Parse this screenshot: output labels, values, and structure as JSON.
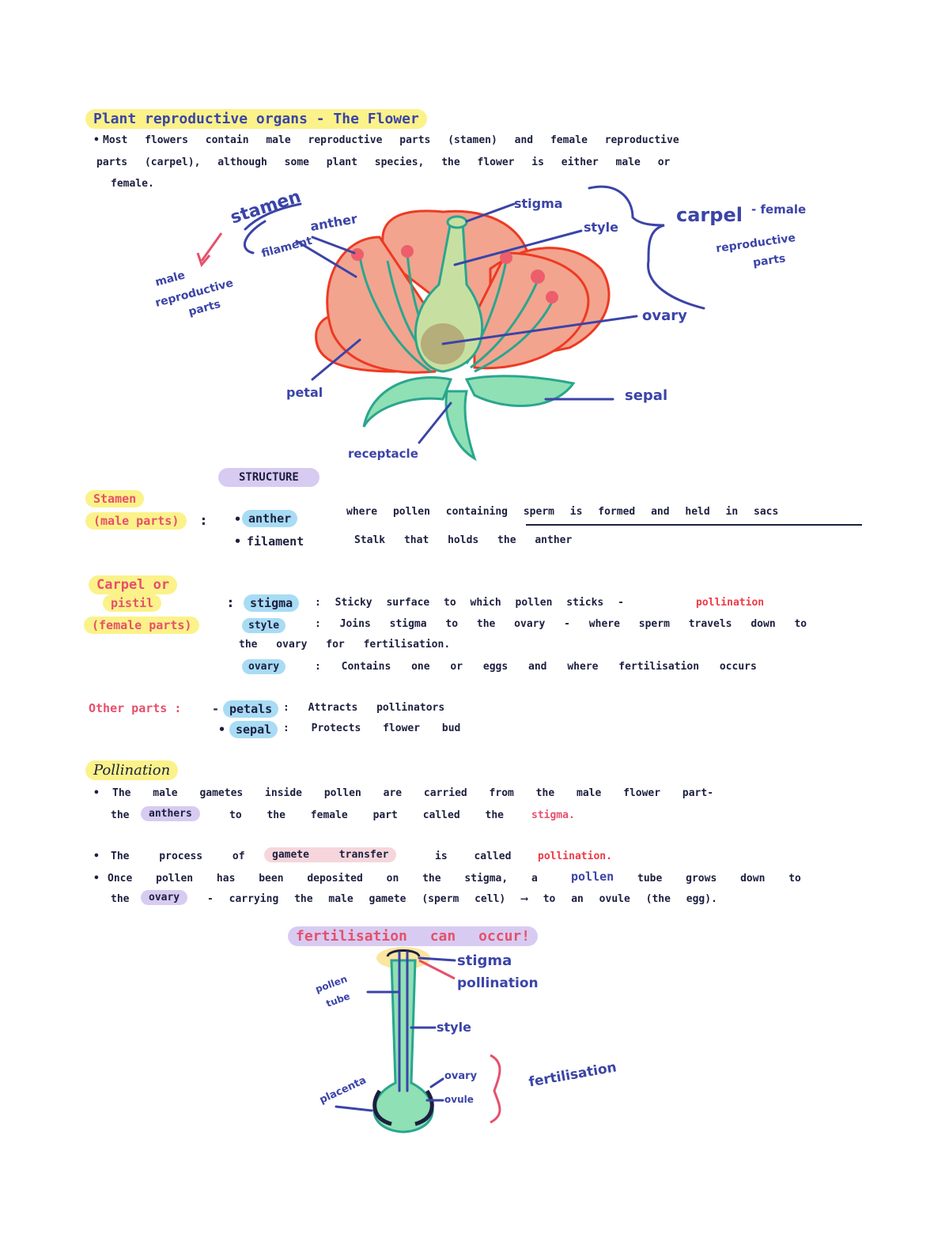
{
  "header": {
    "title": "Plant reproductive organs - The Flower",
    "intro_line1_bullet": "•",
    "intro_line1": "Most flowers contain male reproductive parts (stamen) and female reproductive",
    "intro_line2": "parts (carpel), although some plant species, the flower is either male or",
    "intro_line3": "female."
  },
  "diagram1": {
    "stamen": "stamen",
    "anther": "anther",
    "filament": "filament",
    "male_parts": [
      "male",
      "reproductive",
      "parts"
    ],
    "stigma": "stigma",
    "style": "style",
    "carpel": "carpel",
    "carpel_dash": "- female",
    "female_parts": [
      "reproductive",
      "parts"
    ],
    "ovary": "ovary",
    "petal": "petal",
    "sepal": "sepal",
    "receptacle": "receptacle"
  },
  "structure": {
    "heading": "STRUCTURE",
    "stamen": {
      "title": "Stamen",
      "subtitle": "(male parts)",
      "colon": ":",
      "items": [
        {
          "bullet": "•",
          "term": "anther",
          "desc": "where pollen containing sperm is formed and held in sacs"
        },
        {
          "bullet": "•",
          "term": "filament",
          "desc": "Stalk that holds the anther"
        }
      ]
    },
    "carpel": {
      "title": "Carpel or",
      "title2": "pistil",
      "subtitle": "(female parts)",
      "colon": ":",
      "stigma_term": "stigma",
      "stigma_desc": ": Sticky surface to which pollen sticks -",
      "stigma_highlight": "pollination",
      "style_term": "style",
      "style_desc": ": Joins stigma to the ovary - where sperm travels down to",
      "style_desc2": "the ovary for fertilisation.",
      "ovary_term": "ovary",
      "ovary_desc": ": Contains one or eggs and where fertilisation occurs"
    },
    "other": {
      "title": "Other parts :",
      "items": [
        {
          "bullet": "-",
          "term": "petals",
          "desc": ": Attracts pollinators"
        },
        {
          "bullet": "•",
          "term": "sepal",
          "desc": ": Protects flower bud"
        }
      ]
    }
  },
  "pollination": {
    "title": "Pollination",
    "p1_line1": "The male gametes inside pollen are carried from the male flower part-",
    "p1_line2_a": "the",
    "p1_line2_term": "anthers",
    "p1_line2_b": "to the female part called the",
    "p1_line2_end": "stigma.",
    "p2_a": "The process of",
    "p2_term": "gamete transfer",
    "p2_b": "is called",
    "p2_end": "pollination.",
    "p3_a": "Once pollen has been deposited on the stigma, a",
    "p3_pollen": "pollen",
    "p3_b": "tube grows down to",
    "p3_line2_a": "the",
    "p3_line2_term": "ovary",
    "p3_line2_b": "- carrying the male gamete (sperm cell) ⟶ to an ovule (the egg)."
  },
  "diagram2": {
    "heading": "fertilisation can occur!",
    "stigma": "stigma",
    "pollination": "pollination",
    "pollen_tube": [
      "pollen",
      "tube"
    ],
    "style": "style",
    "ovary": "ovary",
    "ovule": "ovule",
    "placenta": "placenta",
    "fertilisation": "fertilisation"
  },
  "colors": {
    "ink": "#1c1f3f",
    "blue_ink": "#3b44a8",
    "red_ink": "#ee3a45",
    "pink_ink": "#e6506b",
    "petal": "#f2a48f",
    "petal_outline": "#ee3a22",
    "stem_green": "#8fe0b4",
    "filament_teal": "#2aa68e",
    "highlight_yellow": "#fbf28a",
    "highlight_blue": "#a8dcf4",
    "highlight_purple": "#d8cbf2"
  }
}
